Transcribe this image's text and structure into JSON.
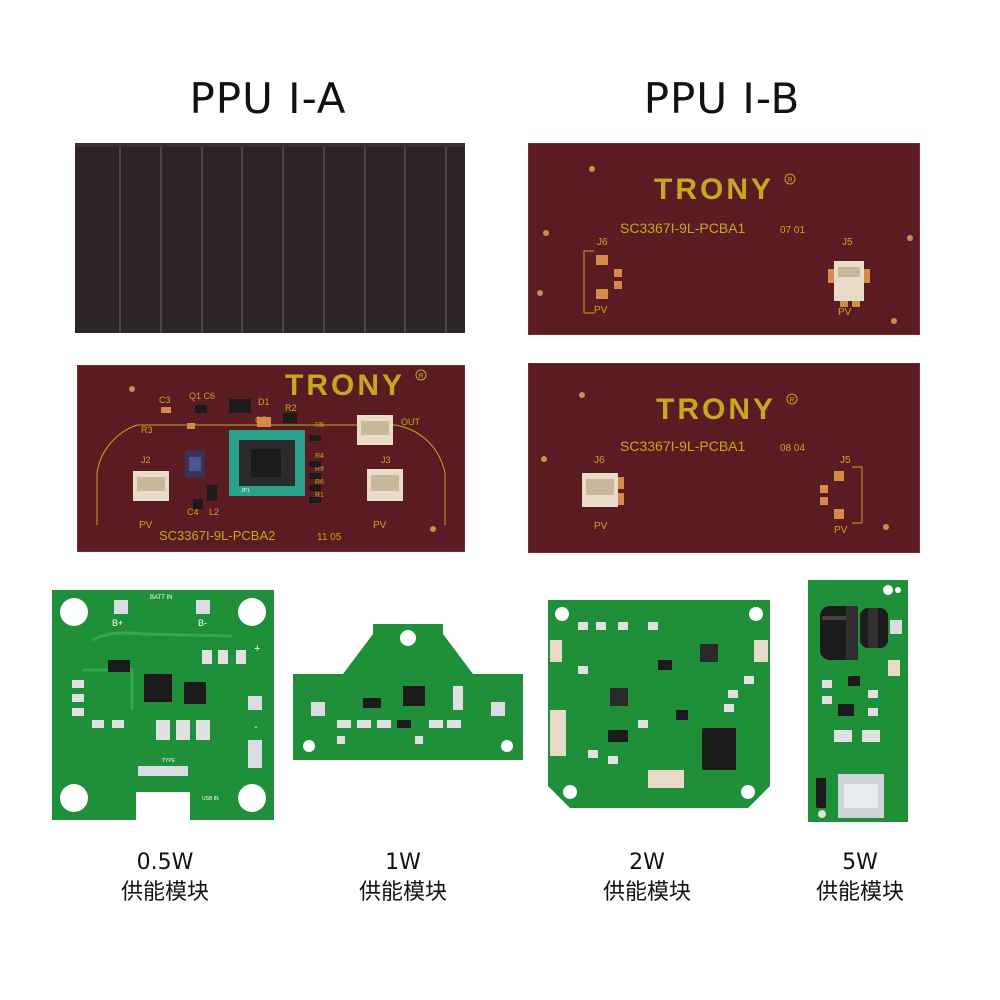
{
  "headings": {
    "left": "PPU I-A",
    "right": "PPU I-B"
  },
  "boards": {
    "ia_bottom": {
      "brand": "TRONY",
      "reg_mark": "R",
      "part": "SC3367I-9L-PCBA2",
      "date": "11 05",
      "j2": "J2",
      "j3": "J3",
      "pv_left": "PV",
      "pv_right": "PV",
      "out": "OUT",
      "c3": "C3",
      "q1c6": "Q1 C6",
      "d1": "D1",
      "r2": "R2",
      "r3": "R3",
      "c5": "C5",
      "c4": "C4",
      "l2": "L2",
      "r5": "R5",
      "r4": "R4",
      "r9": "R9",
      "r6": "R6",
      "r1": "R1",
      "jp1": "JP1"
    },
    "ib_top": {
      "brand": "TRONY",
      "reg_mark": "R",
      "part": "SC3367I-9L-PCBA1",
      "date": "07 01",
      "j6": "J6",
      "j5": "J5",
      "pv_left": "PV",
      "pv_right": "PV"
    },
    "ib_bottom": {
      "brand": "TRONY",
      "reg_mark": "R",
      "part": "SC3367I-9L-PCBA1",
      "date": "08 04",
      "j6": "J6",
      "j5": "J5",
      "pv_left": "PV",
      "pv_right": "PV"
    },
    "mod_05": {
      "batt_in": "BATT IN",
      "b_plus": "B+",
      "b_minus": "B-",
      "usb_in": "USB IN",
      "type": "TYPE",
      "plus": "+",
      "minus": "-"
    }
  },
  "captions": [
    {
      "power": "0.5W",
      "name": "供能模块"
    },
    {
      "power": "1W",
      "name": "供能模块"
    },
    {
      "power": "2W",
      "name": "供能模块"
    },
    {
      "power": "5W",
      "name": "供能模块"
    }
  ],
  "colors": {
    "solar_cell": "#2e2426",
    "pcb_maroon": "#5a1c22",
    "silkscreen_gold": "#c4a81e",
    "pcb_green": "#1f8f3a",
    "copper": "#d58a4c",
    "chip_black": "#1b1b1b"
  }
}
